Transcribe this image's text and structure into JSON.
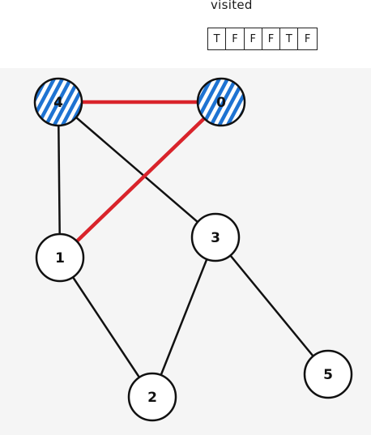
{
  "visited": {
    "label": "visited",
    "values": [
      "T",
      "F",
      "F",
      "F",
      "T",
      "F"
    ]
  },
  "graph": {
    "nodes": [
      {
        "id": "4",
        "label": "4",
        "visited": true
      },
      {
        "id": "0",
        "label": "0",
        "visited": true
      },
      {
        "id": "1",
        "label": "1",
        "visited": false
      },
      {
        "id": "3",
        "label": "3",
        "visited": false
      },
      {
        "id": "2",
        "label": "2",
        "visited": false
      },
      {
        "id": "5",
        "label": "5",
        "visited": false
      }
    ],
    "edges": [
      {
        "from": "4",
        "to": "0",
        "highlighted": true
      },
      {
        "from": "4",
        "to": "1",
        "highlighted": false
      },
      {
        "from": "4",
        "to": "3",
        "highlighted": false
      },
      {
        "from": "0",
        "to": "1",
        "highlighted": true
      },
      {
        "from": "1",
        "to": "2",
        "highlighted": false
      },
      {
        "from": "3",
        "to": "2",
        "highlighted": false
      },
      {
        "from": "3",
        "to": "5",
        "highlighted": false
      }
    ],
    "colors": {
      "visited_hatch": "#1e73d2",
      "highlight_edge": "#d9242b",
      "edge": "#111111",
      "node_fill": "#ffffff"
    }
  }
}
